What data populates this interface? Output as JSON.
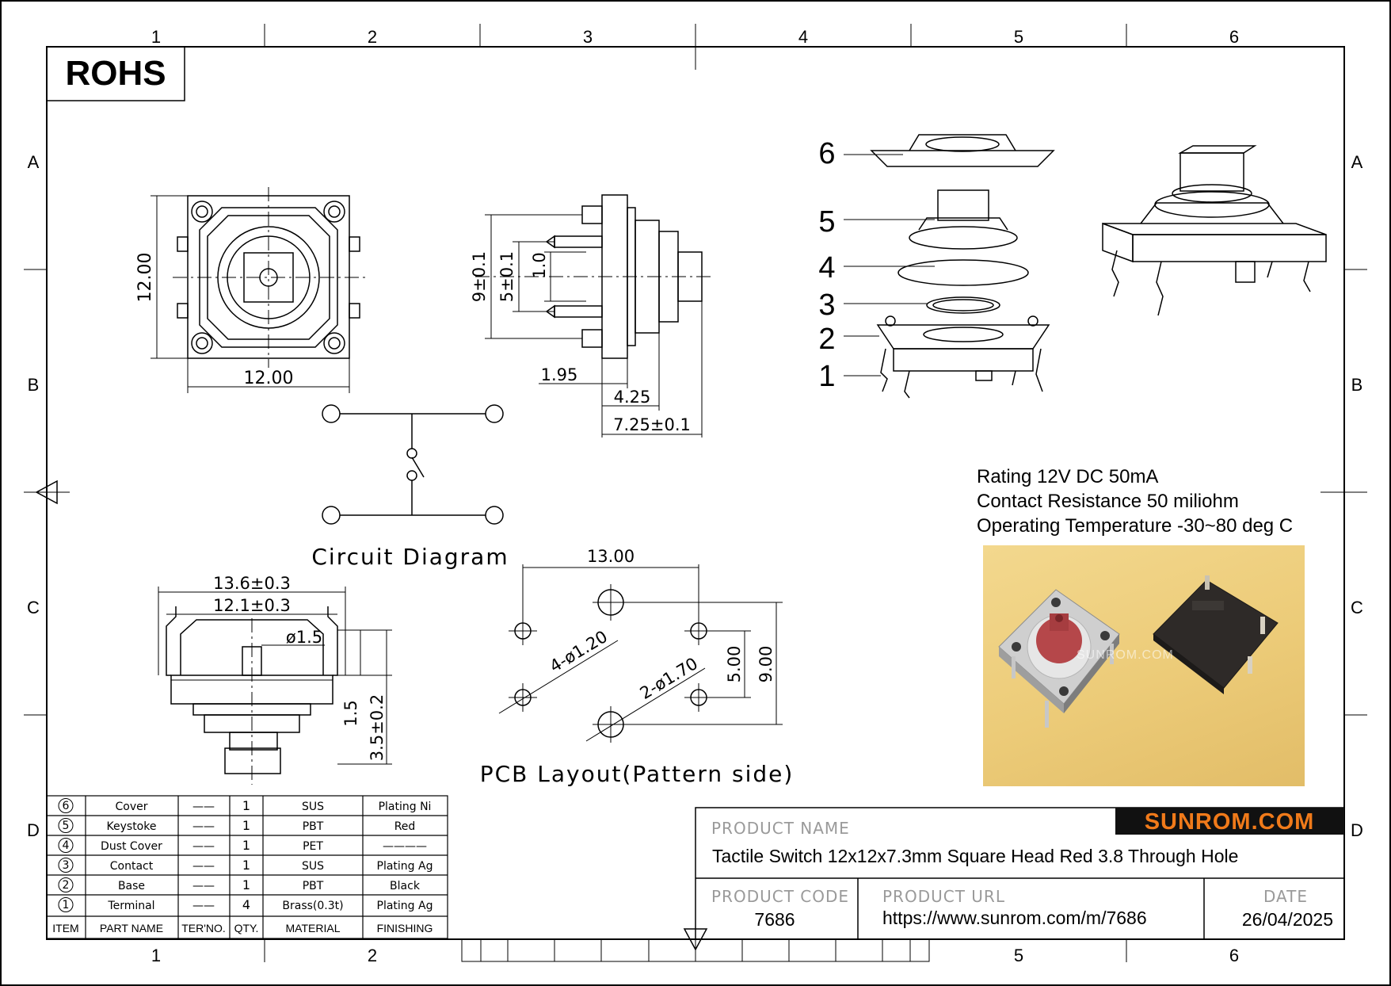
{
  "grid": {
    "columns": [
      "1",
      "2",
      "3",
      "4",
      "5",
      "6"
    ],
    "bottom_columns": [
      "1",
      "2",
      "5",
      "6"
    ],
    "rows": [
      "A",
      "B",
      "C",
      "D"
    ]
  },
  "rohs_label": "ROHS",
  "dimensions": {
    "top_height": "12.00",
    "top_width": "12.00",
    "side_9": "9±0.1",
    "side_5": "5±0.1",
    "side_1": "1.0",
    "side_195": "1.95",
    "side_425": "4.25",
    "side_725": "7.25±0.1",
    "front_136": "13.6±0.3",
    "front_121": "12.1±0.3",
    "front_phi15": "ø1.5",
    "front_15": "1.5",
    "front_35": "3.5±0.2",
    "pcb_13": "13.00",
    "pcb_4phi": "4-ø1.20",
    "pcb_2phi": "2-ø1.70",
    "pcb_5": "5.00",
    "pcb_9": "9.00"
  },
  "labels": {
    "circuit": "Circuit Diagram",
    "pcb": "PCB Layout(Pattern side)"
  },
  "exploded_numbers": [
    "6",
    "5",
    "4",
    "3",
    "2",
    "1"
  ],
  "specs": [
    "Rating 12V DC 50mA",
    "Contact Resistance 50 miliohm",
    "Operating Temperature -30~80 deg C"
  ],
  "photo_watermark": "SUNROM.COM",
  "bom": {
    "headers": [
      "ITEM",
      "PART NAME",
      "TER'NO.",
      "QTY.",
      "MATERIAL",
      "FINISHING"
    ],
    "rows": [
      {
        "item": "6",
        "name": "Cover",
        "ter": "——",
        "qty": "1",
        "material": "SUS",
        "finish": "Plating Ni"
      },
      {
        "item": "5",
        "name": "Keystoke",
        "ter": "——",
        "qty": "1",
        "material": "PBT",
        "finish": "Red"
      },
      {
        "item": "4",
        "name": "Dust Cover",
        "ter": "——",
        "qty": "1",
        "material": "PET",
        "finish": "————"
      },
      {
        "item": "3",
        "name": "Contact",
        "ter": "——",
        "qty": "1",
        "material": "SUS",
        "finish": "Plating Ag"
      },
      {
        "item": "2",
        "name": "Base",
        "ter": "——",
        "qty": "1",
        "material": "PBT",
        "finish": "Black"
      },
      {
        "item": "1",
        "name": "Terminal",
        "ter": "——",
        "qty": "4",
        "material": "Brass(0.3t)",
        "finish": "Plating Ag"
      }
    ]
  },
  "title_block": {
    "brand": "SUNROM.COM",
    "product_name_label": "PRODUCT NAME",
    "product_name": "Tactile Switch 12x12x7.3mm Square Head Red 3.8 Through Hole",
    "product_code_label": "PRODUCT CODE",
    "product_code": "7686",
    "product_url_label": "PRODUCT URL",
    "product_url": "https://www.sunrom.com/m/7686",
    "date_label": "DATE",
    "date": "26/04/2025"
  },
  "colors": {
    "brand_bg": "#111111",
    "brand_text": "#f07a1a",
    "photo_bg": "#ecca78",
    "cap_red": "#b5474a"
  }
}
